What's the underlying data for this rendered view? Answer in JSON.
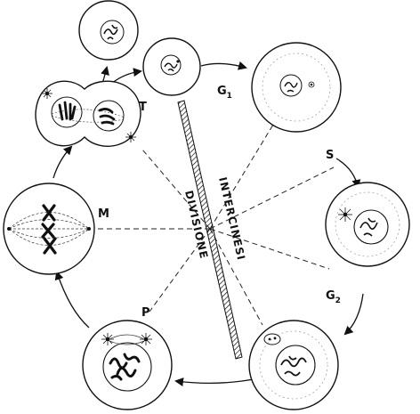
{
  "diagram": {
    "band_top_label": "INTERCINESI",
    "band_bottom_label": "DIVISIONE",
    "phases": {
      "g1": {
        "label": "G",
        "sub": "1"
      },
      "s": {
        "label": "S"
      },
      "g2": {
        "label": "G",
        "sub": "2"
      },
      "p": {
        "label": "P"
      },
      "m": {
        "label": "M"
      },
      "t": {
        "label": "T"
      }
    }
  }
}
